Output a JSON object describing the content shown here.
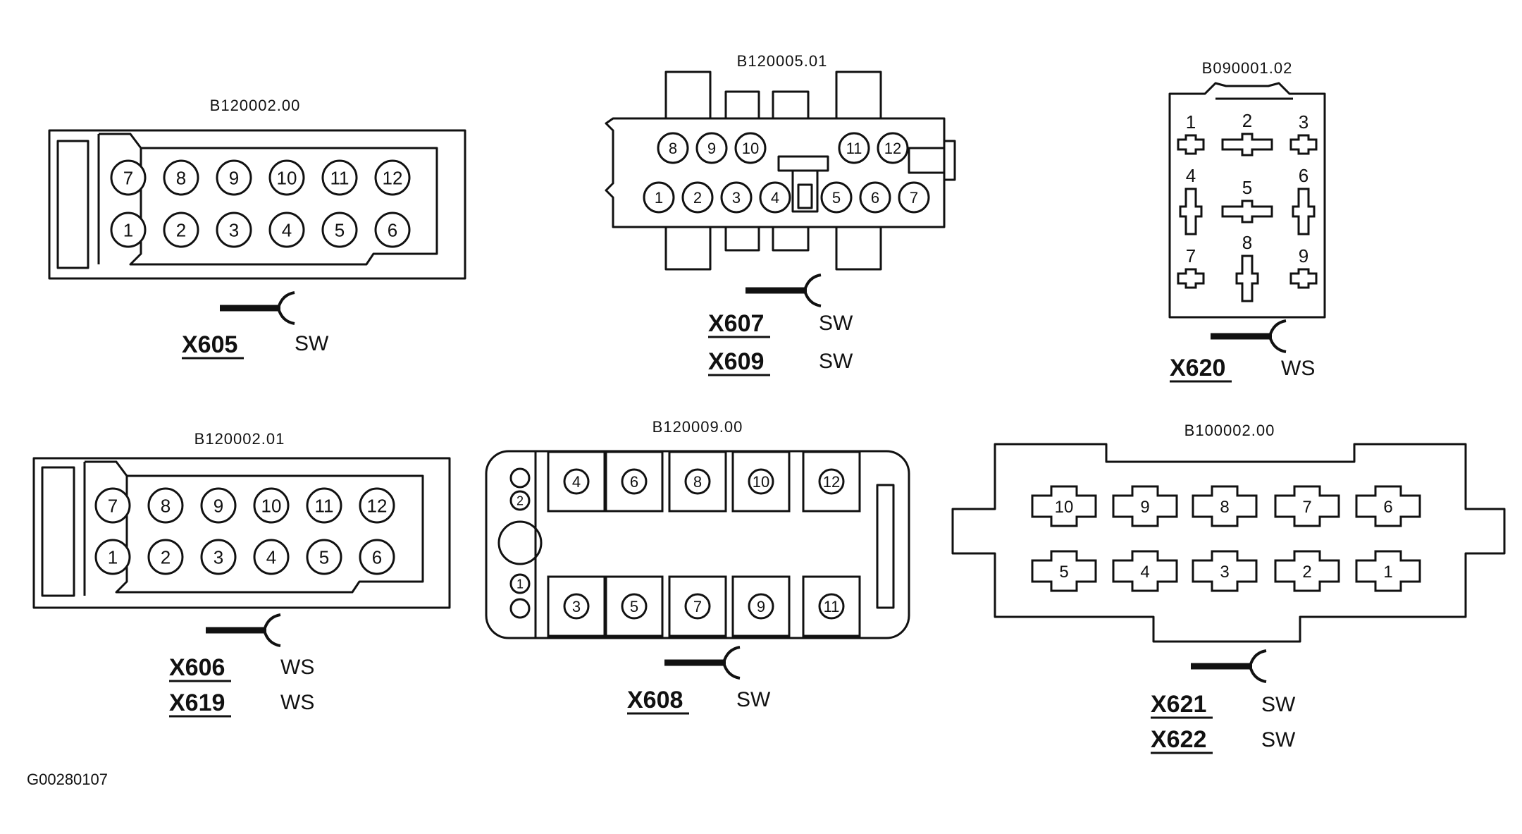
{
  "figure_id": "G00280107",
  "connectors": [
    {
      "key": "b120002_00",
      "identifier": "B120002.00",
      "pins_top": [
        "7",
        "8",
        "9",
        "10",
        "11",
        "12"
      ],
      "pins_bottom": [
        "1",
        "2",
        "3",
        "4",
        "5",
        "6"
      ],
      "labels": [
        {
          "id": "X605",
          "color": "SW"
        }
      ]
    },
    {
      "key": "b120005_01",
      "identifier": "B120005.01",
      "pins_top_left": [
        "8",
        "9",
        "10"
      ],
      "pins_top_right": [
        "11",
        "12"
      ],
      "pins_bottom": [
        "1",
        "2",
        "3",
        "4",
        "5",
        "6",
        "7"
      ],
      "labels": [
        {
          "id": "X607",
          "color": "SW"
        },
        {
          "id": "X609",
          "color": "SW"
        }
      ]
    },
    {
      "key": "b090001_02",
      "identifier": "B090001.02",
      "pins": [
        "1",
        "2",
        "3",
        "4",
        "5",
        "6",
        "7",
        "8",
        "9"
      ],
      "labels": [
        {
          "id": "X620",
          "color": "WS"
        }
      ]
    },
    {
      "key": "b120002_01",
      "identifier": "B120002.01",
      "pins_top": [
        "7",
        "8",
        "9",
        "10",
        "11",
        "12"
      ],
      "pins_bottom": [
        "1",
        "2",
        "3",
        "4",
        "5",
        "6"
      ],
      "labels": [
        {
          "id": "X606",
          "color": "WS"
        },
        {
          "id": "X619",
          "color": "WS"
        }
      ]
    },
    {
      "key": "b120009_00",
      "identifier": "B120009.00",
      "pins_top": [
        "4",
        "6",
        "8",
        "10",
        "12"
      ],
      "pins_bottom": [
        "3",
        "5",
        "7",
        "9",
        "11"
      ],
      "pins_side": [
        "2",
        "1"
      ],
      "labels": [
        {
          "id": "X608",
          "color": "SW"
        }
      ]
    },
    {
      "key": "b100002_00",
      "identifier": "B100002.00",
      "pins_top": [
        "10",
        "9",
        "8",
        "7",
        "6"
      ],
      "pins_bottom": [
        "5",
        "4",
        "3",
        "2",
        "1"
      ],
      "labels": [
        {
          "id": "X621",
          "color": "SW"
        },
        {
          "id": "X622",
          "color": "SW"
        }
      ]
    }
  ]
}
